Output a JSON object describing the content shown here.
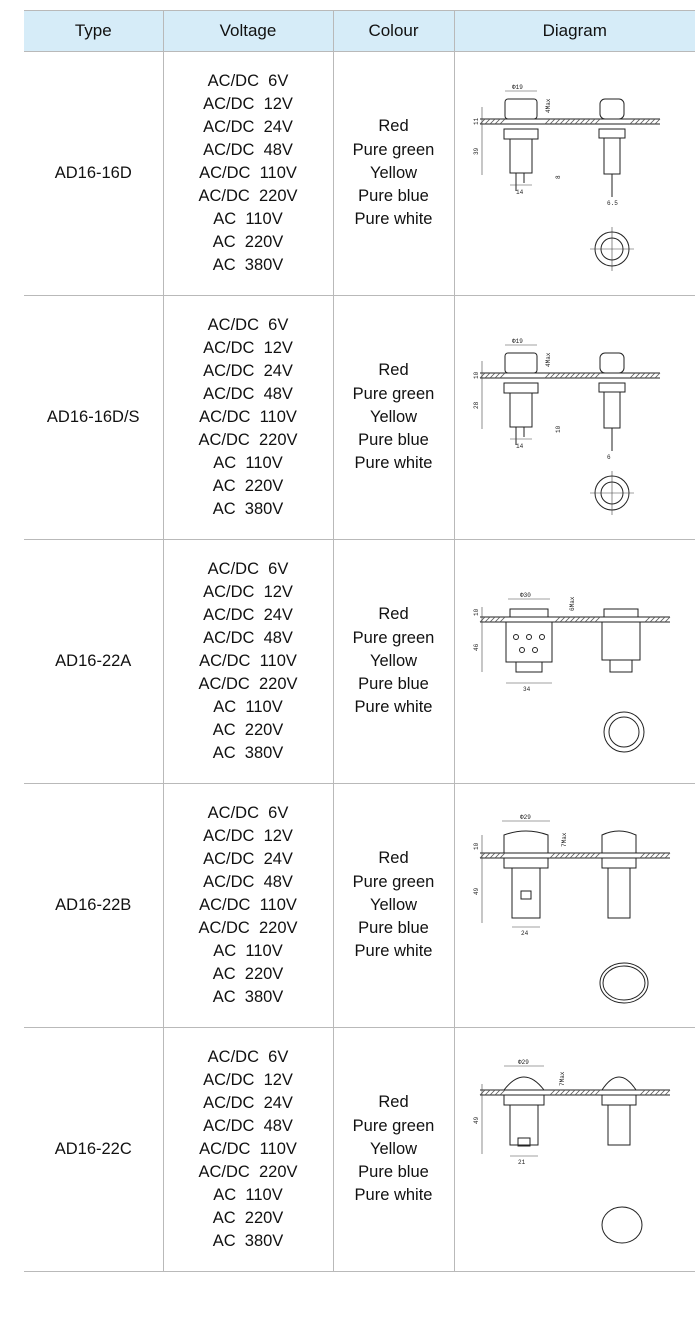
{
  "headers": {
    "type": "Type",
    "voltage": "Voltage",
    "colour": "Colour",
    "diagram": "Diagram"
  },
  "rows": [
    {
      "type": "AD16-16D",
      "voltages": [
        "AC/DC  6V",
        "AC/DC  12V",
        "AC/DC  24V",
        "AC/DC  48V",
        "AC/DC  110V",
        "AC/DC  220V",
        "AC  110V",
        "AC  220V",
        "AC  380V"
      ],
      "colours": [
        "Red",
        "Pure green",
        "Yellow",
        "Pure blue",
        "Pure white"
      ],
      "dims": {
        "diameter": "Φ19",
        "top": "11",
        "height": "39",
        "width": "14",
        "pin": "8",
        "pin2": "6.5",
        "panel": "4Max"
      }
    },
    {
      "type": "AD16-16D/S",
      "voltages": [
        "AC/DC  6V",
        "AC/DC  12V",
        "AC/DC  24V",
        "AC/DC  48V",
        "AC/DC  110V",
        "AC/DC  220V",
        "AC  110V",
        "AC  220V",
        "AC  380V"
      ],
      "colours": [
        "Red",
        "Pure green",
        "Yellow",
        "Pure blue",
        "Pure white"
      ],
      "dims": {
        "diameter": "Φ19",
        "top": "10",
        "height": "28",
        "width": "14",
        "pin": "10",
        "pin2": "6",
        "panel": "4Max"
      }
    },
    {
      "type": "AD16-22A",
      "voltages": [
        "AC/DC  6V",
        "AC/DC  12V",
        "AC/DC  24V",
        "AC/DC  48V",
        "AC/DC  110V",
        "AC/DC  220V",
        "AC  110V",
        "AC  220V",
        "AC  380V"
      ],
      "colours": [
        "Red",
        "Pure green",
        "Yellow",
        "Pure blue",
        "Pure white"
      ],
      "dims": {
        "diameter": "Φ30",
        "top": "10",
        "height": "46",
        "width": "34",
        "panel": "6Max"
      }
    },
    {
      "type": "AD16-22B",
      "voltages": [
        "AC/DC  6V",
        "AC/DC  12V",
        "AC/DC  24V",
        "AC/DC  48V",
        "AC/DC  110V",
        "AC/DC  220V",
        "AC  110V",
        "AC  220V",
        "AC  380V"
      ],
      "colours": [
        "Red",
        "Pure green",
        "Yellow",
        "Pure blue",
        "Pure white"
      ],
      "dims": {
        "diameter": "Φ29",
        "top": "10",
        "height": "49",
        "width": "24",
        "panel": "7Max"
      }
    },
    {
      "type": "AD16-22C",
      "voltages": [
        "AC/DC  6V",
        "AC/DC  12V",
        "AC/DC  24V",
        "AC/DC  48V",
        "AC/DC  110V",
        "AC/DC  220V",
        "AC  110V",
        "AC  220V",
        "AC  380V"
      ],
      "colours": [
        "Red",
        "Pure green",
        "Yellow",
        "Pure blue",
        "Pure white"
      ],
      "dims": {
        "diameter": "Φ29",
        "height": "49",
        "width": "21",
        "panel": "7Max"
      }
    }
  ]
}
